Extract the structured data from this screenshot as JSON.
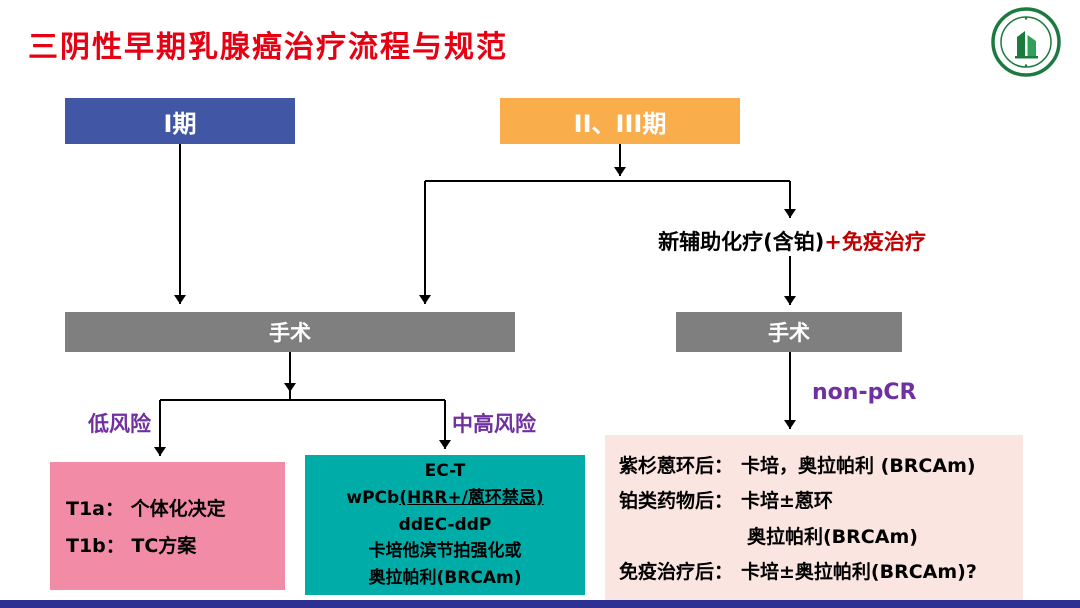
{
  "page": {
    "title": "三阴性早期乳腺癌治疗流程与规范"
  },
  "colors": {
    "title_red": "#E60012",
    "stage1_blue": "#4157A6",
    "stage23_orange": "#F9AE4B",
    "surgery_gray": "#7F7F7F",
    "risk_purple": "#7030A0",
    "immuno_red": "#C00000",
    "t1_box_pink": "#F28CA6",
    "chemo_box_teal": "#00ACA8",
    "post_box_pink": "#FBE5E1",
    "footer_blue": "#2E3192",
    "logo_green": "#1B7A3E"
  },
  "nodes": {
    "stage1": "I期",
    "stage23": "II、III期",
    "neoadjuvant_chemo": "新辅助化疗(含铂)",
    "neoadjuvant_immuno": "+免疫治疗",
    "surgery_left": "手术",
    "surgery_right": "手术",
    "low_risk": "低风险",
    "mid_high_risk": "中高风险",
    "non_pcr": "non-pCR"
  },
  "t1_box": {
    "line1": "T1a： 个体化决定",
    "line2": "T1b： TC方案"
  },
  "chemo_box": {
    "line1": "EC-T",
    "line2_plain": "wPCb",
    "line2_underline": "(HRR+/蒽环禁忌)",
    "line3": "ddEC-ddP",
    "line4": "卡培他滨节拍强化或",
    "line5": "奥拉帕利(BRCAm)"
  },
  "post_neoadjuvant_box": {
    "row1_label": "紫杉蒽环后：",
    "row1_value": "卡培，奥拉帕利 (BRCAm)",
    "row2_label": "铂类药物后：",
    "row2_value": "卡培±蒽环",
    "row3_value": "奥拉帕利(BRCAm)",
    "row4_label": "免疫治疗后：",
    "row4_value": "卡培±奥拉帕利(BRCAm)?"
  }
}
